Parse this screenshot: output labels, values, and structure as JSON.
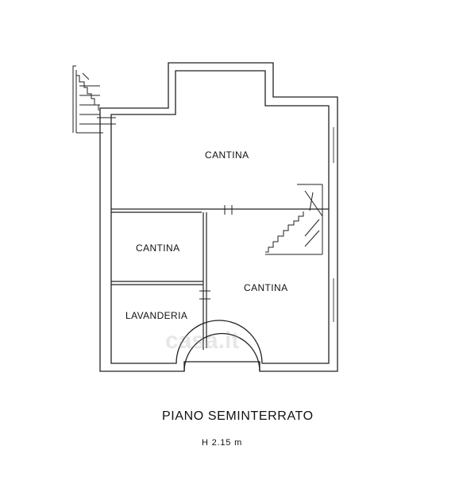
{
  "plan": {
    "rooms": [
      {
        "id": "cantina-main",
        "label": "CANTINA"
      },
      {
        "id": "cantina-small",
        "label": "CANTINA"
      },
      {
        "id": "cantina-right",
        "label": "CANTINA"
      },
      {
        "id": "lavanderia",
        "label": "LAVANDERIA"
      }
    ],
    "title": "PIANO SEMINTERRATO",
    "height": "H 2.15 m",
    "watermark": "casa.it"
  }
}
